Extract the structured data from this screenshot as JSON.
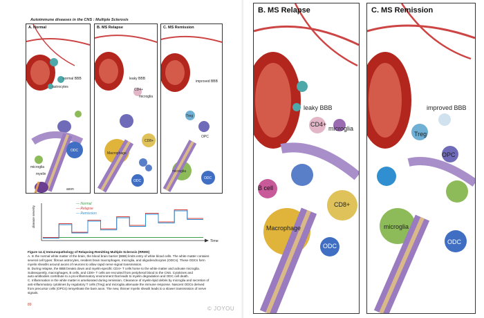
{
  "running_head": "Autoimmune diseases in the CNS : Multiple Sclerosis",
  "panels_small": {
    "normal": {
      "title": "A. Normal",
      "labels": [
        "normal BBB",
        "astrocytes",
        "microglia",
        "myelin",
        "ODC",
        "axon"
      ]
    },
    "relapse": {
      "title": "B. MS Relapse",
      "labels": [
        "leaky BBB",
        "CD4+",
        "microglia",
        "Macrophage",
        "CD8+",
        "ODC"
      ]
    },
    "remission": {
      "title": "C. MS Remission",
      "labels": [
        "improved BBB",
        "Treg",
        "OPC",
        "microglia",
        "ODC"
      ]
    }
  },
  "panels_big": {
    "relapse": {
      "title": "B. MS Relapse",
      "labels": [
        "leaky BBB",
        "CD4+",
        "microglia",
        "B cell",
        "CD8+",
        "Macrophage",
        "ODC"
      ]
    },
    "remission": {
      "title": "C. MS Remission",
      "labels": [
        "improved BBB",
        "Treg",
        "OPC",
        "microglia",
        "ODC"
      ]
    }
  },
  "chart_data": {
    "type": "line",
    "ylabel": "disease severity",
    "xlabel": "Time",
    "series": [
      {
        "name": "Normal",
        "color": "#3aa14a",
        "x": [
          0,
          100
        ],
        "y": [
          0.05,
          0.05
        ]
      },
      {
        "name": "Relapse",
        "color": "#d03b3b",
        "x": [
          0,
          10,
          10,
          18,
          18,
          28,
          28,
          36,
          36,
          46,
          46,
          54,
          54,
          64,
          64,
          72,
          72,
          82,
          82,
          90,
          90,
          100
        ],
        "y": [
          0.05,
          0.05,
          0.45,
          0.45,
          0.2,
          0.2,
          0.55,
          0.55,
          0.3,
          0.3,
          0.65,
          0.65,
          0.4,
          0.4,
          0.75,
          0.75,
          0.5,
          0.5,
          0.85,
          0.85,
          0.6,
          0.6
        ]
      },
      {
        "name": "Remission",
        "color": "#2f8fd0",
        "x": [
          0,
          10,
          10,
          18,
          18,
          28,
          28,
          36,
          36,
          46,
          46,
          54,
          54,
          64,
          64,
          72,
          72,
          82,
          82,
          90,
          90,
          100
        ],
        "y": [
          0.03,
          0.03,
          0.42,
          0.42,
          0.18,
          0.18,
          0.52,
          0.52,
          0.27,
          0.27,
          0.62,
          0.62,
          0.37,
          0.37,
          0.72,
          0.72,
          0.47,
          0.47,
          0.82,
          0.82,
          0.57,
          0.57
        ]
      }
    ],
    "xlim": [
      0,
      100
    ],
    "ylim": [
      0,
      1
    ]
  },
  "caption": {
    "title": "Figure 14.1| Immunopathology of Relapsing-Remitting Multiple Sclerosis (RRMS)",
    "lines": [
      "A. In the normal white matter of the brain, the blood brain barrier (BBB) limits entry of white blood cells. The white matter contains",
      "several cell types: fibrous astrocytes, resident brain macrophages, microglia, and oligodendrocytes (ODCs). These ODCs form",
      "myelin sheaths around axons of neurons to allow rapid nerve signal transmission.",
      "B. During relapse, the BBB breaks down and myelin-specific CD4+ T cells home to the white matter and activate microglia.",
      "Subsequently, macrophages, B cells, and CD8+ T cells are recruited from peripheral blood to the CNS. Cytokines and",
      "auto-antibodies contribute to a pro-inflammatory environment that leads to myelin degradation and ODC cell death.",
      "C. Inflammation in the white matter is ameliorated during remission. Clearance of myelin-lipid debris by microglia and secretion of",
      "anti-inflammatory cytokines by regulatory T cells (Treg) and microglia attenuate the immune response. Nascent ODCs derived",
      "from precursor cells (OPCs) remyelinate the bare axon. The new, thinner myelin sheath leads to a slower transmission of nerve",
      "signals."
    ]
  },
  "page_number": "89",
  "watermark": "© JOYOU",
  "colors": {
    "vessel": "#b3261e",
    "astrocyte": "#4ea7a8",
    "myelin": "#7b5aa6",
    "axon": "#d9b98a",
    "macrophage": "#e0b43a",
    "odc": "#3f6ec2"
  }
}
